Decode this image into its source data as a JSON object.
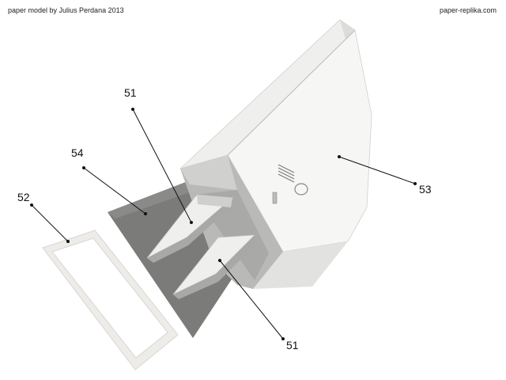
{
  "header": {
    "credit": "paper model by Julius Perdana 2013",
    "website": "paper-replika.com"
  },
  "callouts": {
    "part_51_upper": "51",
    "part_51_lower": "51",
    "part_52": "52",
    "part_53": "53",
    "part_54": "54"
  },
  "colors": {
    "hull_light": "#f4f4f2",
    "hull_mid": "#e4e4e2",
    "hull_shadow": "#c9c9c7",
    "panel_dark": "#7a7a78",
    "frame": "#eeece8",
    "ink": "#111111"
  }
}
